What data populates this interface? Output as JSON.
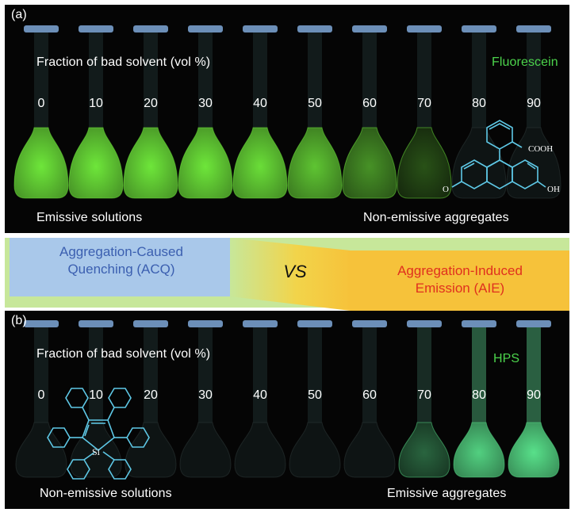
{
  "panel_a": {
    "label": "(a)",
    "axis_label": "Fraction of bad solvent (vol %)",
    "compound": "Fluorescein",
    "fractions": [
      "0",
      "10",
      "20",
      "30",
      "40",
      "50",
      "60",
      "70",
      "80",
      "90"
    ],
    "emission_levels": [
      1.0,
      1.0,
      1.0,
      1.0,
      0.95,
      0.8,
      0.5,
      0.12,
      0.0,
      0.0
    ],
    "left_caption": "Emissive solutions",
    "right_caption": "Non-emissive aggregates",
    "structure_labels": {
      "acid": "COOH",
      "ketone": "O",
      "hydroxyl": "OH"
    }
  },
  "middle": {
    "acq_line1": "Aggregation-Caused",
    "acq_line2": "Quenching (ACQ)",
    "vs": "VS",
    "aie_line1": "Aggregation-Induced",
    "aie_line2": "Emission (AIE)"
  },
  "panel_b": {
    "label": "(b)",
    "axis_label": "Fraction of bad solvent (vol %)",
    "compound": "HPS",
    "fractions": [
      "0",
      "10",
      "20",
      "30",
      "40",
      "50",
      "60",
      "70",
      "80",
      "90"
    ],
    "emission_levels": [
      0.0,
      0.0,
      0.0,
      0.0,
      0.0,
      0.0,
      0.0,
      0.25,
      0.9,
      1.0
    ],
    "left_caption": "Non-emissive solutions",
    "right_caption": "Emissive aggregates",
    "structure_labels": {
      "silicon": "Si"
    }
  },
  "colors": {
    "fluorescein_glow": "#6ee63a",
    "hps_glow": "#58e08a",
    "cap_blue": "#7fa8d8",
    "acq_box": "#a9c8ea",
    "aie_box": "#f6c23a",
    "band_green": "#c7e79a",
    "acq_text": "#3b5fb0",
    "aie_text": "#e0301e",
    "structure_line": "#5ec8e6"
  }
}
